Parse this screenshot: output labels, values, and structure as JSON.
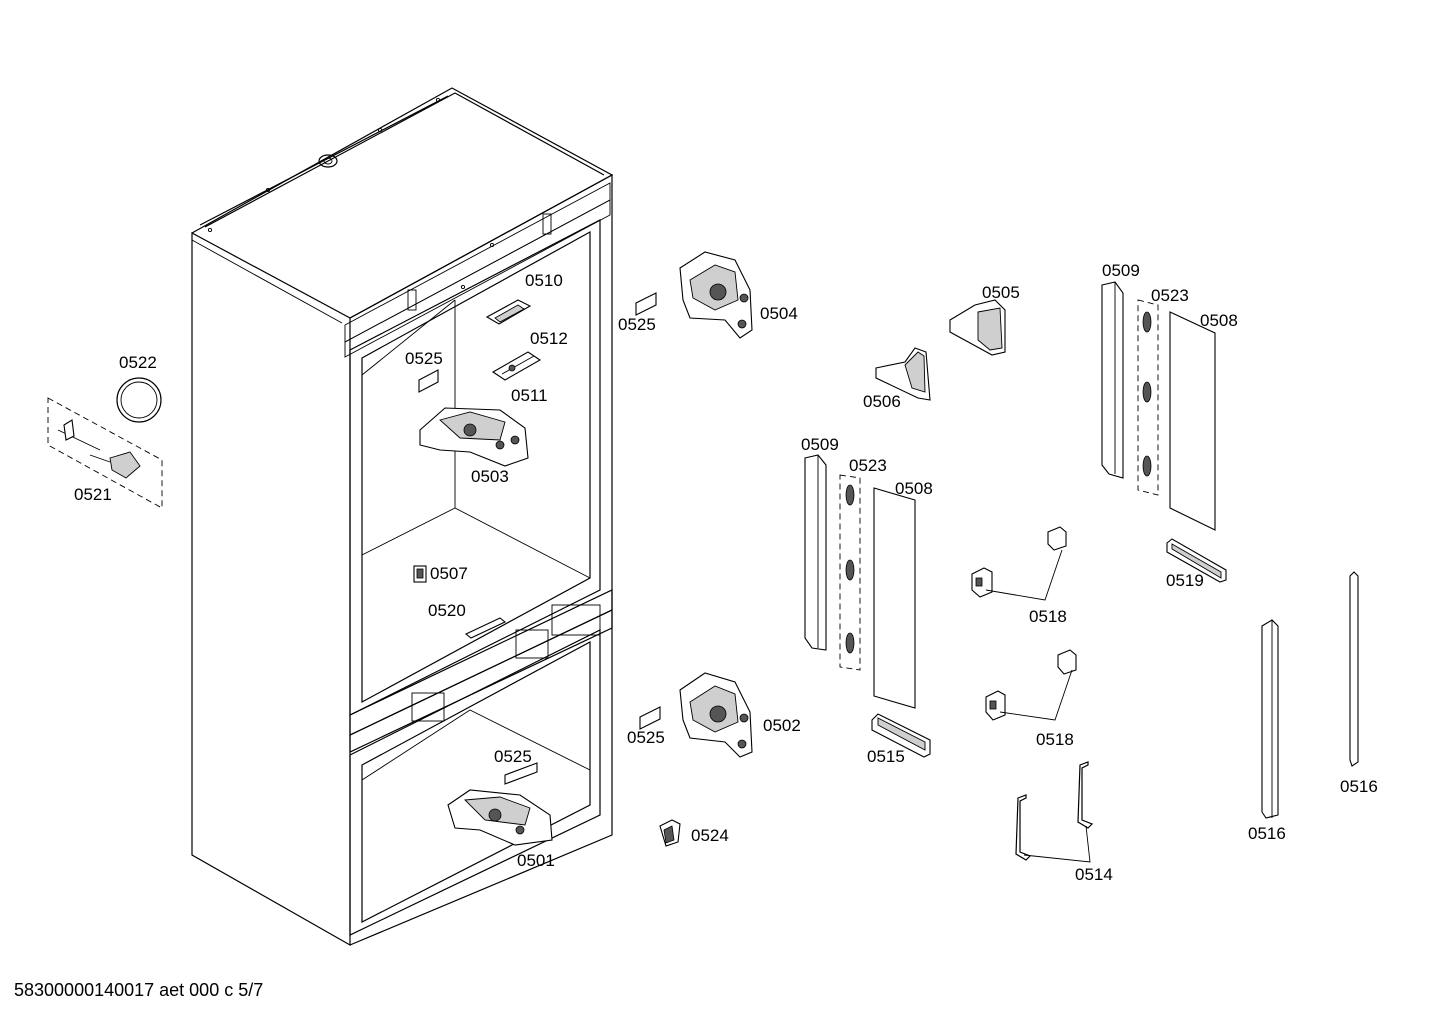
{
  "footer": {
    "doc_code": "58300000140017 aet 000 c 5/7"
  },
  "labels": {
    "p0501": "0501",
    "p0502": "0502",
    "p0503": "0503",
    "p0504": "0504",
    "p0505": "0505",
    "p0506": "0506",
    "p0507": "0507",
    "p0508_a": "0508",
    "p0508_b": "0508",
    "p0509_a": "0509",
    "p0509_b": "0509",
    "p0510": "0510",
    "p0511": "0511",
    "p0512": "0512",
    "p0514": "0514",
    "p0515": "0515",
    "p0516_a": "0516",
    "p0516_b": "0516",
    "p0518_a": "0518",
    "p0518_b": "0518",
    "p0519": "0519",
    "p0520": "0520",
    "p0521": "0521",
    "p0522": "0522",
    "p0523_a": "0523",
    "p0523_b": "0523",
    "p0524": "0524",
    "p0525_a": "0525",
    "p0525_b": "0525",
    "p0525_c": "0525",
    "p0525_d": "0525"
  }
}
